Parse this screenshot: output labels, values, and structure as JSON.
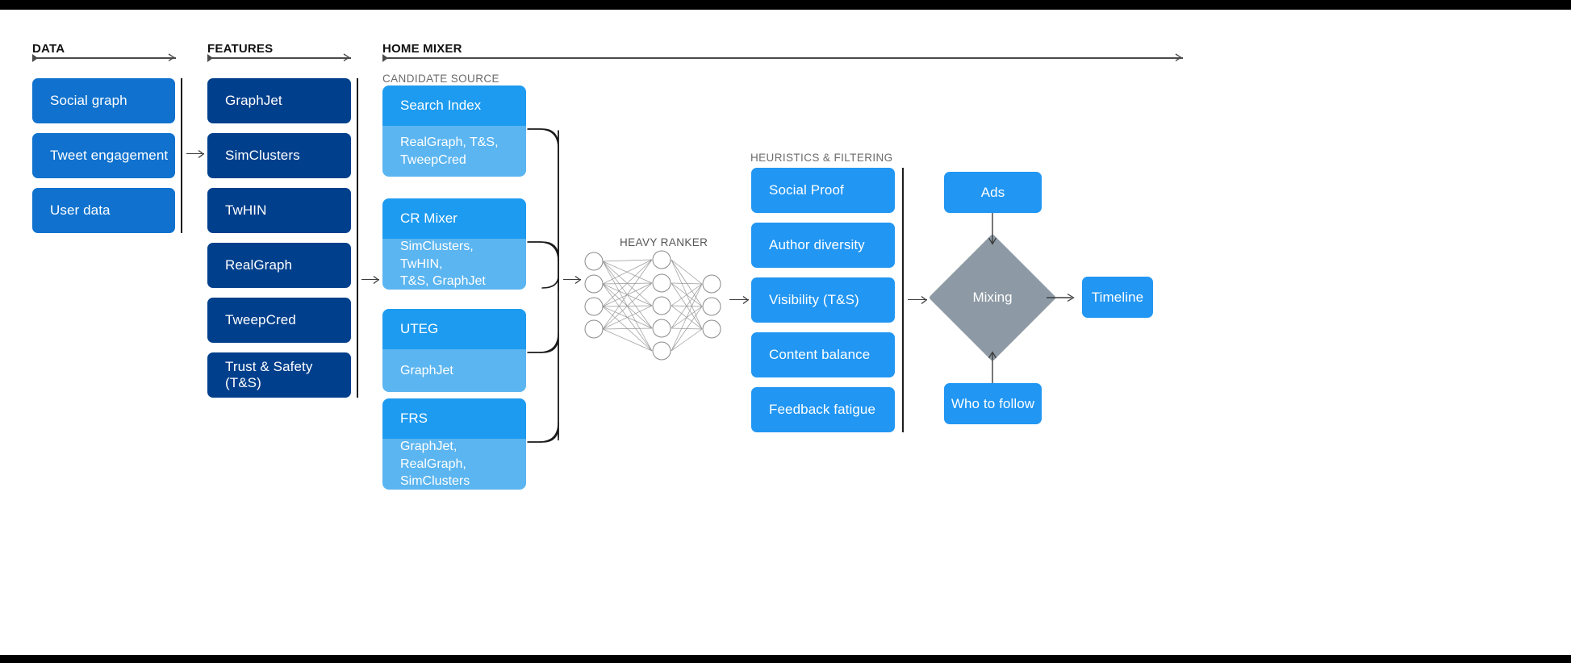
{
  "sections": {
    "data": {
      "title": "DATA"
    },
    "features": {
      "title": "FEATURES"
    },
    "home_mixer": {
      "title": "HOME MIXER"
    },
    "candidate_source": {
      "title": "CANDIDATE SOURCE"
    },
    "heuristics": {
      "title": "HEURISTICS & FILTERING"
    },
    "heavy_ranker": {
      "title": "HEAVY RANKER"
    }
  },
  "data_cards": [
    {
      "label": "Social graph"
    },
    {
      "label": "Tweet engagement"
    },
    {
      "label": "User data"
    }
  ],
  "feature_cards": [
    {
      "label": "GraphJet"
    },
    {
      "label": "SimClusters"
    },
    {
      "label": "TwHIN"
    },
    {
      "label": "RealGraph"
    },
    {
      "label": "TweepCred"
    },
    {
      "label": "Trust & Safety (T&S)"
    }
  ],
  "candidate_sources": [
    {
      "name": "Search Index",
      "features": "RealGraph, T&S,\nTweepCred"
    },
    {
      "name": "CR Mixer",
      "features": "SimClusters, TwHIN,\nT&S, GraphJet"
    },
    {
      "name": "UTEG",
      "features": "GraphJet"
    },
    {
      "name": "FRS",
      "features": "GraphJet, RealGraph,\nSimClusters"
    }
  ],
  "heuristic_cards": [
    {
      "label": "Social Proof"
    },
    {
      "label": "Author diversity"
    },
    {
      "label": "Visibility (T&S)"
    },
    {
      "label": "Content balance"
    },
    {
      "label": "Feedback fatigue"
    }
  ],
  "mixing": {
    "label": "Mixing"
  },
  "outputs": {
    "ads": "Ads",
    "who_to_follow": "Who to follow",
    "timeline": "Timeline"
  },
  "neural_net": {
    "layers": [
      4,
      5,
      3
    ]
  },
  "colors": {
    "data_card": "#1072ce",
    "feature_card": "#003f8c",
    "candidate_top": "#1d9bf0",
    "candidate_bottom": "#5bb5f0",
    "heuristic_card": "#2196f3",
    "mixing_diamond": "#8d9aa5",
    "output_card": "#2196f3",
    "background": "#ffffff",
    "letterbox": "#000000"
  }
}
